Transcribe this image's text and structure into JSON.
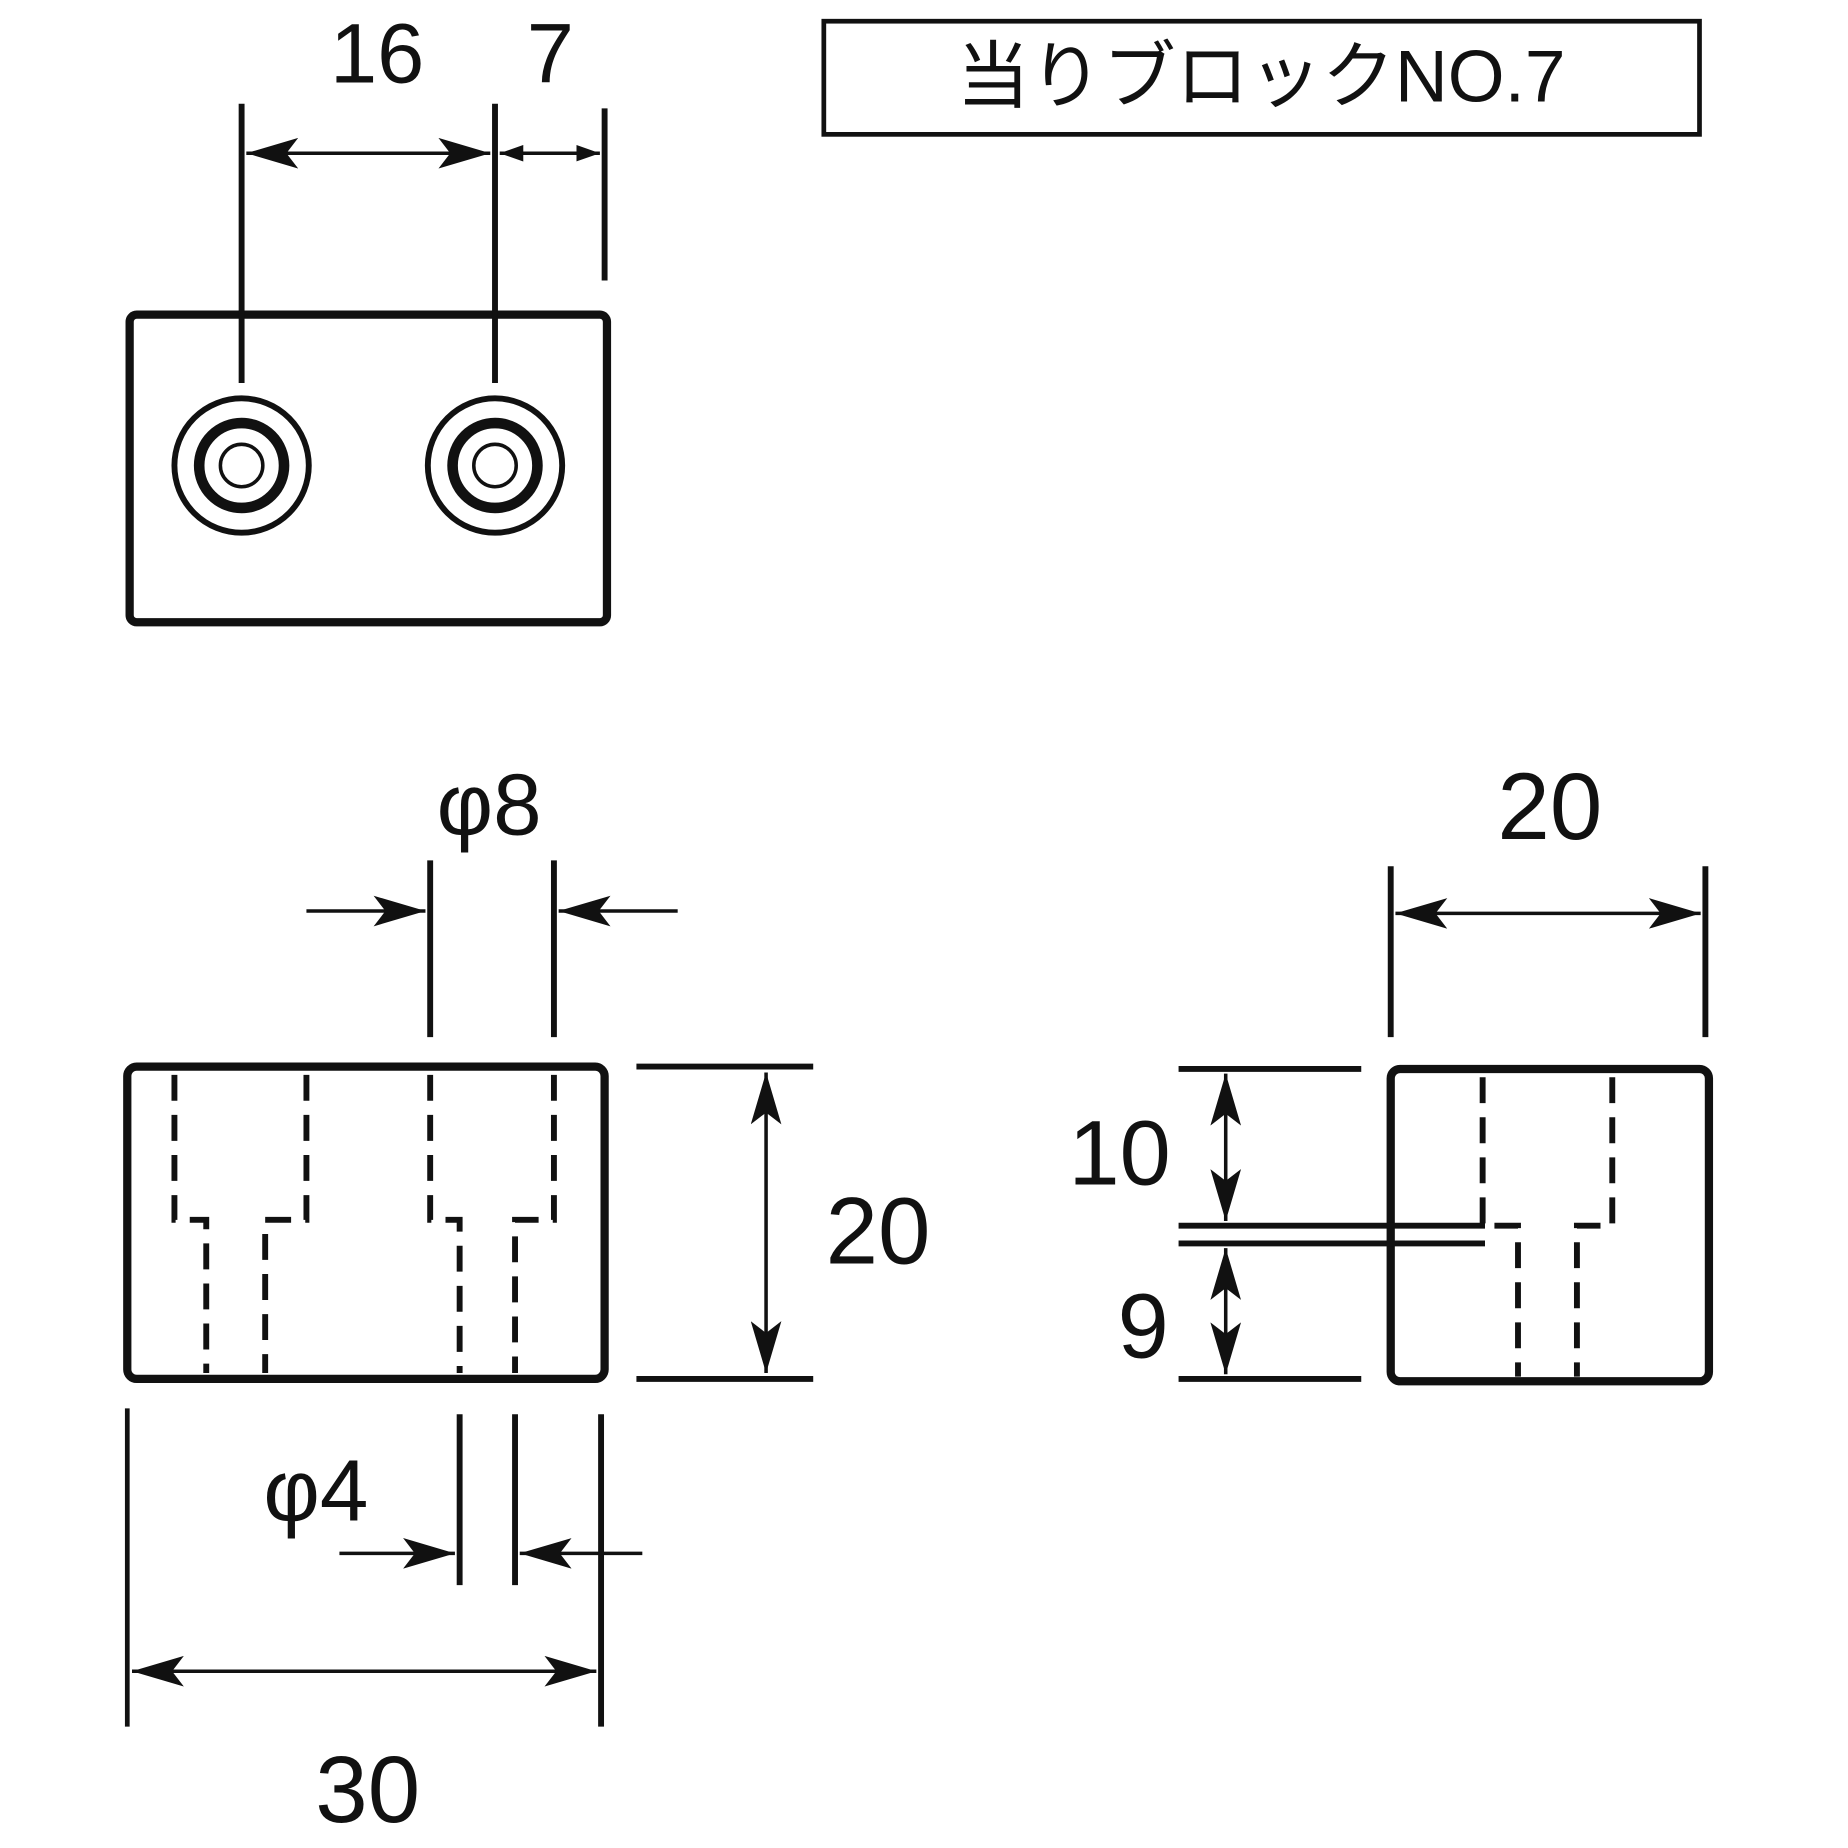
{
  "title": "当りブロックNO.7",
  "top_view": {
    "dim_hole_pitch": "16",
    "dim_edge_offset": "7"
  },
  "front_view": {
    "dim_counterbore": "φ8",
    "dim_hole": "φ4",
    "dim_height": "20",
    "dim_width": "30"
  },
  "side_view": {
    "dim_depth": "20",
    "dim_counterbore_depth": "10",
    "dim_hole_depth": "9"
  }
}
